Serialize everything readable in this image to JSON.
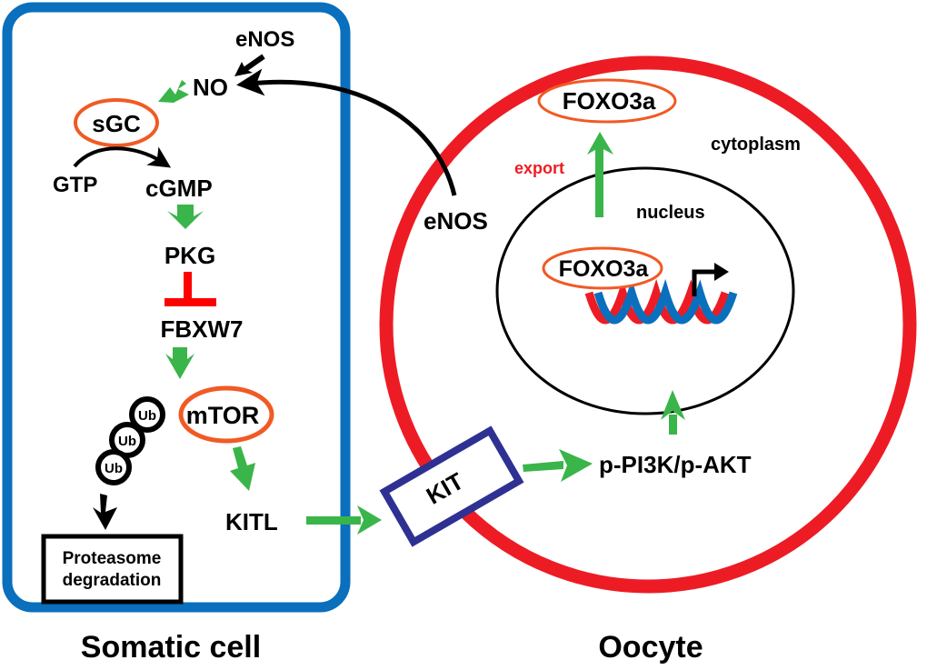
{
  "colors": {
    "somatic_border": "#0a6fbc",
    "oocyte_border": "#ed1c24",
    "activation_arrow": "#39b54a",
    "inhibition": "#ff0000",
    "protein_ellipse": "#f15a24",
    "kit_box": "#2e3192",
    "export_text": "#ed1c24",
    "dna_strand_a": "#ed1c24",
    "dna_strand_b": "#0a6fbc"
  },
  "somatic_cell": {
    "title": "Somatic cell",
    "enos": "eNOS",
    "no": "NO",
    "sgc": "sGC",
    "gtp": "GTP",
    "cgmp": "cGMP",
    "pkg": "PKG",
    "fbxw7": "FBXW7",
    "mtor": "mTOR",
    "ub": [
      "Ub",
      "Ub",
      "Ub"
    ],
    "kitl": "KITL",
    "proteasome": [
      "Proteasome",
      "degradation"
    ]
  },
  "oocyte": {
    "title": "Oocyte",
    "enos": "eNOS",
    "cytoplasm": "cytoplasm",
    "nucleus": "nucleus",
    "export": "export",
    "foxo3a_cytoplasm": "FOXO3a",
    "foxo3a_nucleus": "FOXO3a",
    "kit": "KIT",
    "pi3k_akt": "p-PI3K/p-AKT"
  }
}
